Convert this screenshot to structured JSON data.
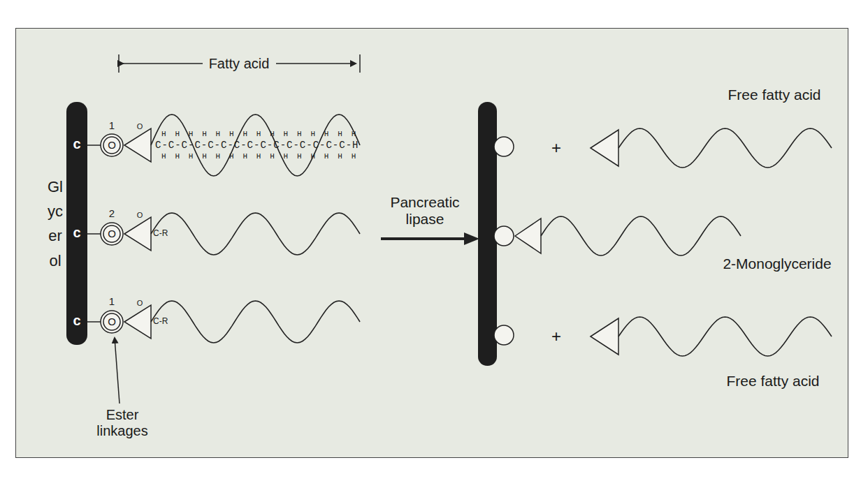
{
  "diagram": {
    "labels": [
      "Fatty acid",
      "Glycerol",
      "c",
      "c",
      "c",
      "1",
      "2",
      "1",
      "O",
      "O",
      "O",
      "O",
      "O",
      "O",
      "C-C-C-C-C-C-C-C-C-C-C-C-C-C-C-H",
      "H H H H H H H H H H H H H H H",
      "H H H H H H H H H H H H H H H",
      "C-R",
      "C-R",
      "Ester linkages",
      "Pancreatic lipase",
      "Free fatty acid",
      "2-Monoglyceride",
      "Free fatty acid",
      "+",
      "+"
    ]
  }
}
